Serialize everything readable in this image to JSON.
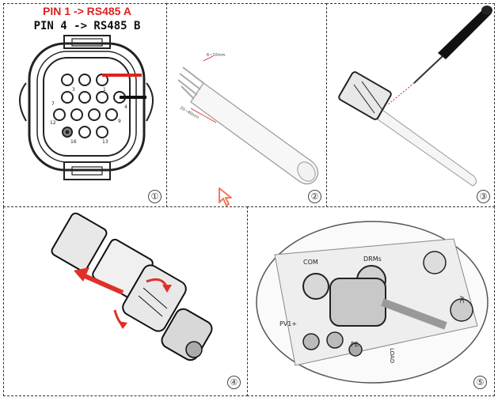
{
  "labels": {
    "pin1": "PIN 1 -> RS485 A",
    "pin4": "PIN 4 -> RS485 B",
    "pin_numbers": {
      "p3": "3",
      "p1": "1",
      "p7": "7",
      "p4": "4",
      "p12": "12",
      "p9": "9",
      "p16": "16",
      "p13": "13"
    },
    "strip_short": "6~10mm",
    "strip_long": "20~40mm",
    "com": "COM",
    "drms": "DRMs",
    "pv1": "PV1+",
    "pe": "PE",
    "load": "LOAD",
    "ac": "AC"
  },
  "steps": [
    "①",
    "②",
    "③",
    "④",
    "⑤"
  ],
  "colors": {
    "pin_a": "#e02020",
    "pin_b": "#111111",
    "arrow": "#e0302a",
    "cursor": "#f07a5a"
  },
  "icons": [
    "cursor-arrow-icon",
    "screwdriver-icon"
  ]
}
